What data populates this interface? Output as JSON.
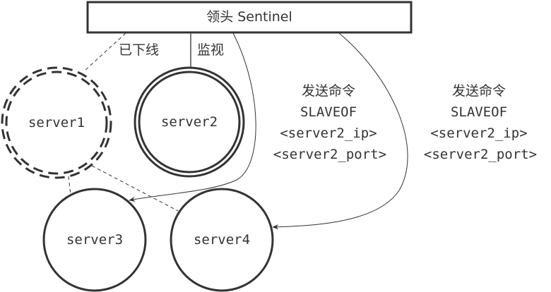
{
  "leader": {
    "label": "领头 Sentinel"
  },
  "edges": {
    "offline_label": "已下线",
    "monitor_label": "监视"
  },
  "servers": {
    "server1": "server1",
    "server2": "server2",
    "server3": "server3",
    "server4": "server4"
  },
  "commands": [
    {
      "title": "发送命令",
      "cmd": "SLAVEOF",
      "arg1": "<server2_ip>",
      "arg2": "<server2_port>"
    },
    {
      "title": "发送命令",
      "cmd": "SLAVEOF",
      "arg1": "<server2_ip>",
      "arg2": "<server2_port>"
    }
  ],
  "colors": {
    "stroke": "#333333",
    "background": "#ffffff"
  }
}
